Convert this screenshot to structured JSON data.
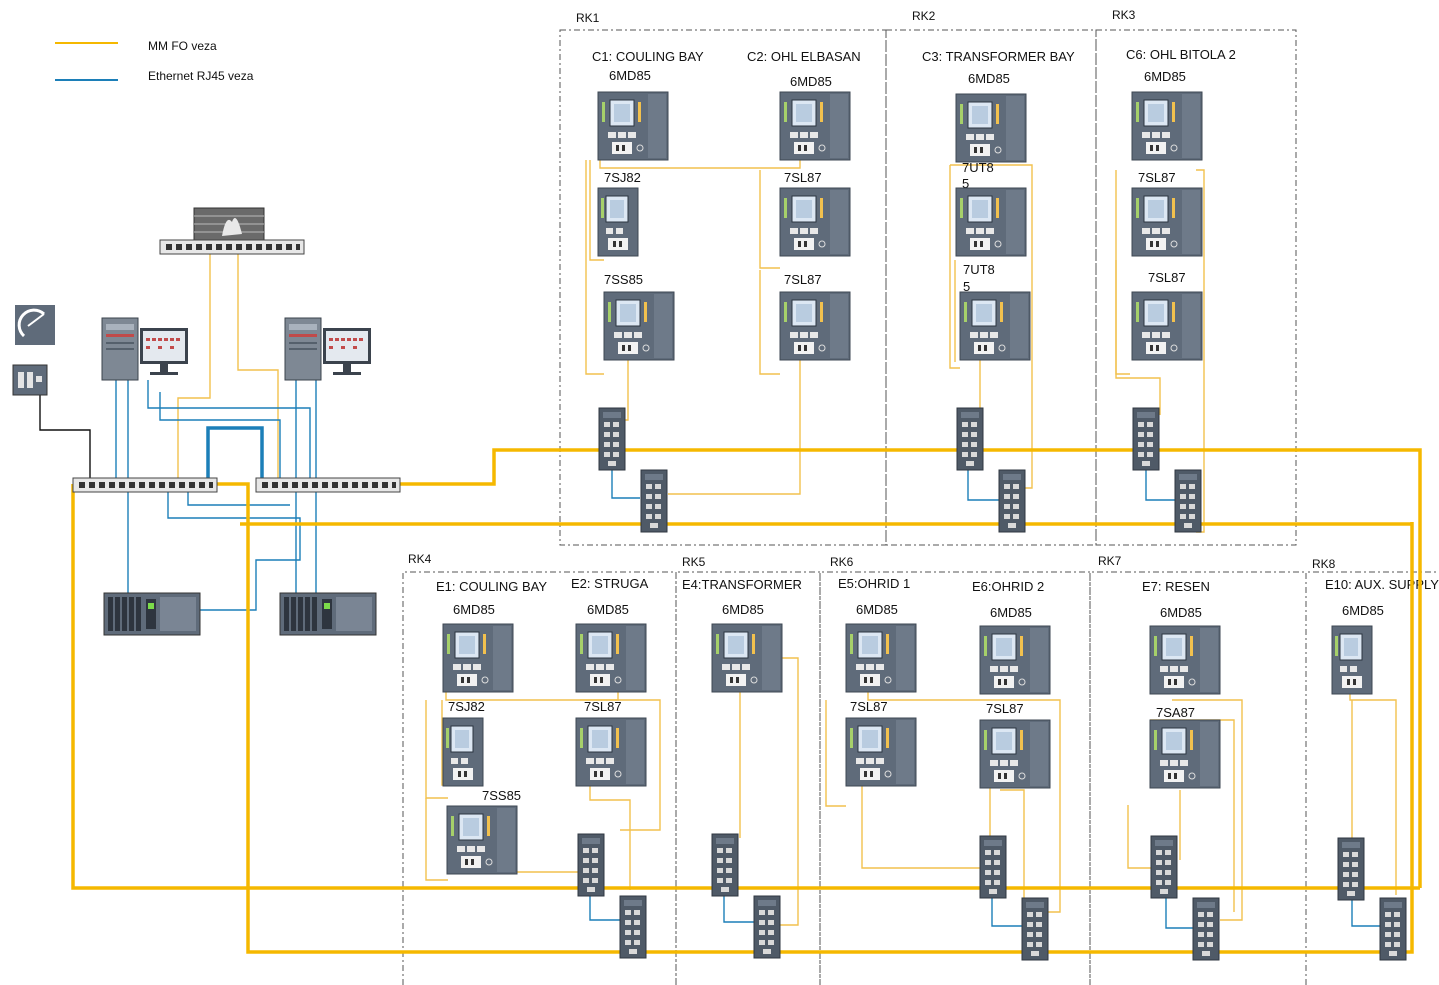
{
  "legend": {
    "fo_label": "MM FO veza",
    "eth_label": "Ethernet RJ45 veza",
    "fo_color": "#F5B800",
    "eth_color": "#1C7FB8"
  },
  "colors": {
    "fiber_trunk": "#F5B800",
    "fiber_thin": "#F2C14E",
    "ethernet": "#1C7FB8",
    "copper": "#111111",
    "device_body": "#5F6B7A",
    "cabinet_border": "#555555"
  },
  "racks": {
    "rk1": "RK1",
    "rk2": "RK2",
    "rk3": "RK3",
    "rk4": "RK4",
    "rk5": "RK5",
    "rk6": "RK6",
    "rk7": "RK7",
    "rk8": "RK8"
  },
  "bays": {
    "c1": "C1: COULING BAY",
    "c2": "C2: OHL ELBASAN",
    "c3": "C3: TRANSFORMER BAY",
    "c6": "C6: OHL BITOLA 2",
    "e1": "E1: COULING BAY",
    "e2": "E2: STRUGA",
    "e4": "E4:TRANSFORMER",
    "e5": "E5:OHRID 1",
    "e6": "E6:OHRID 2",
    "e7": "E7: RESEN",
    "e10": "E10: AUX. SUPPLY"
  },
  "devices": {
    "c1_top": "6MD85",
    "c1_mid": "7SJ82",
    "c1_bot": "7SS85",
    "c2_top": "6MD85",
    "c2_mid": "7SL87",
    "c2_bot": "7SL87",
    "c3_top": "6MD85",
    "c3_mid_a": "7UT8",
    "c3_mid_b": "5",
    "c3_bot_a": "7UT8",
    "c3_bot_b": "5",
    "c6_top": "6MD85",
    "c6_mid": "7SL87",
    "c6_bot": "7SL87",
    "e1_top": "6MD85",
    "e1_mid": "7SJ82",
    "e1_bot": "7SS85",
    "e2_top": "6MD85",
    "e2_mid": "7SL87",
    "e4_top": "6MD85",
    "e5_top": "6MD85",
    "e5_mid": "7SL87",
    "e6_top": "6MD85",
    "e6_mid": "7SL87",
    "e7_top": "6MD85",
    "e7_mid": "7SA87",
    "e10_top": "6MD85"
  }
}
